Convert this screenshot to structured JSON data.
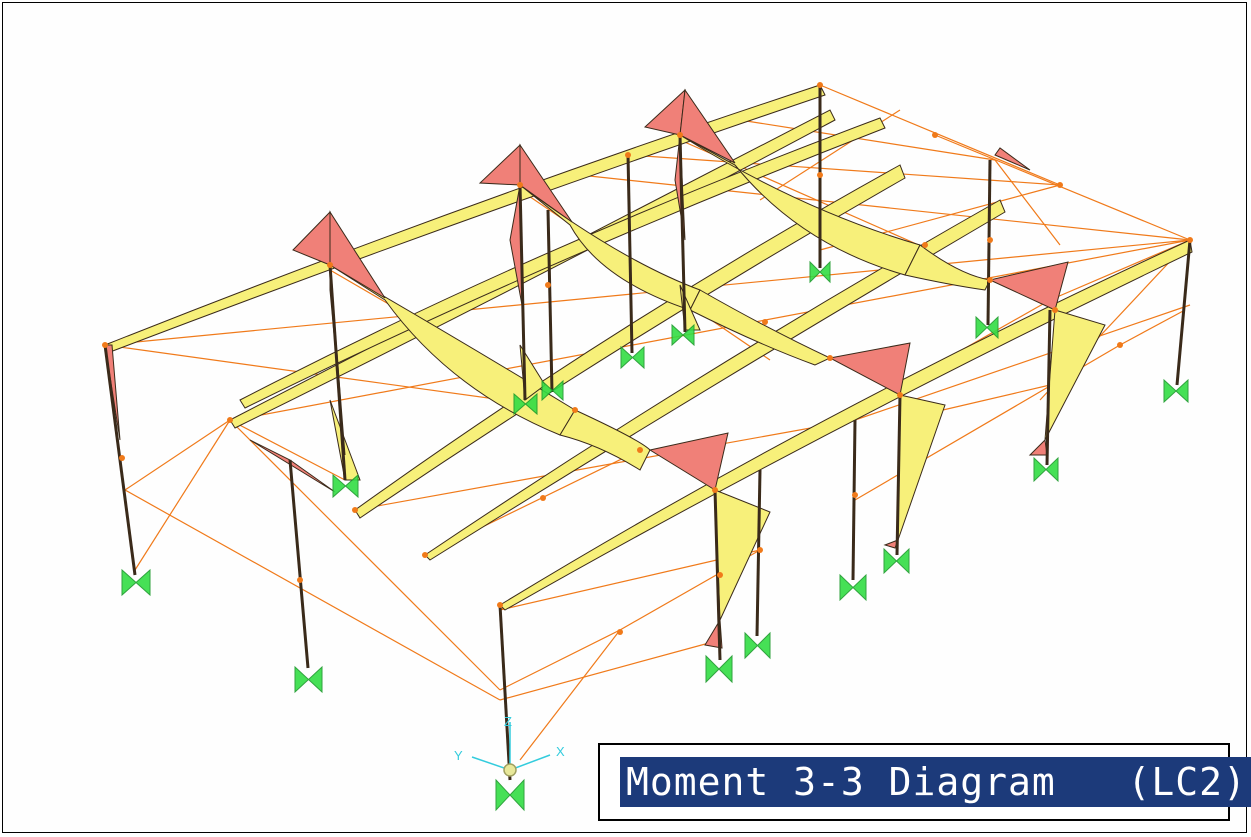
{
  "viewport": {
    "background": "#fefefe",
    "diagram_title": "Moment 3-3 Diagram   (LC2)"
  },
  "axes_triad": {
    "labels": {
      "x": "X",
      "y": "Y",
      "z": "Z"
    },
    "color": "#33ccdd"
  },
  "colors": {
    "positive_moment_fill": "#f7f07a",
    "negative_moment_fill": "#f08078",
    "frame_line": "#f07a1a",
    "member_line": "#3a2a1a",
    "joint": "#f07a1a",
    "support": "#33dd44"
  },
  "icons": {
    "support": "fixed-support-icon",
    "axis": "axis-triad-icon"
  }
}
